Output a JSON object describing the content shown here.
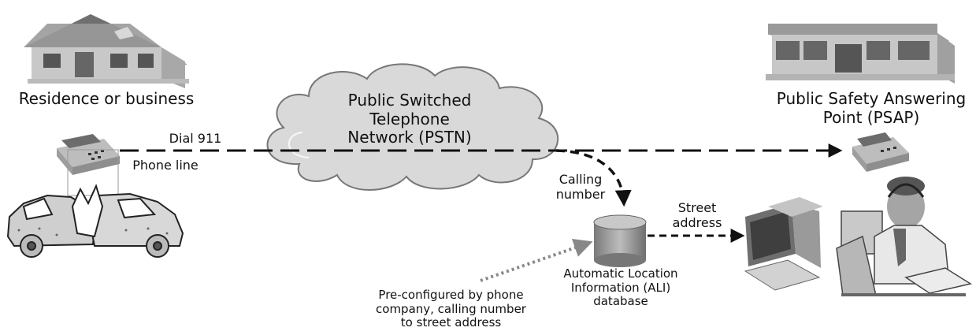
{
  "labels": {
    "residence": "Residence or business",
    "pstn": "Public Switched\nTelephone\nNetwork (PSTN)",
    "psap": "Public Safety Answering\nPoint (PSAP)",
    "dial": "Dial 911",
    "phone_line": "Phone line",
    "calling_number": "Calling\nnumber",
    "street_address": "Street\naddress",
    "ali": "Automatic Location\nInformation (ALI)\ndatabase",
    "preconfig": "Pre-configured by phone\ncompany, calling number\nto street address"
  },
  "icons": {
    "house": "house-icon",
    "building": "building-icon",
    "phone_caller": "telephone-icon",
    "phone_psap": "telephone-icon",
    "crash": "car-crash-icon",
    "cloud": "cloud-icon",
    "database": "database-icon",
    "computer": "computer-icon",
    "operator": "dispatcher-icon"
  },
  "colors": {
    "ink": "#111111",
    "gray_dark": "#555555",
    "gray_mid": "#8a8a8a",
    "gray_light": "#cfcfcf"
  }
}
